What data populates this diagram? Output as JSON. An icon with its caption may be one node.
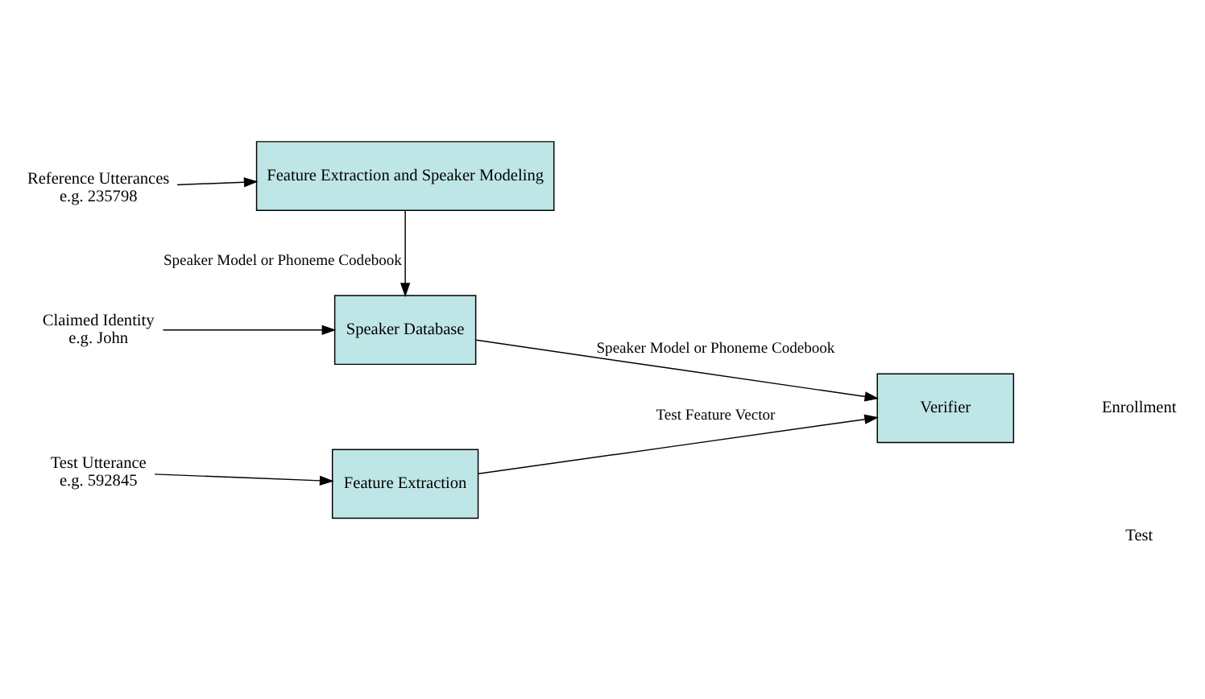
{
  "diagram": {
    "nodes": [
      {
        "text": [
          "Reference Utterances",
          "e.g. 235798"
        ]
      },
      {
        "text": [
          "Feature Extraction and Speaker Modeling"
        ]
      },
      {
        "text": [
          "Claimed Identity",
          "e.g. John"
        ]
      },
      {
        "text": [
          "Speaker Database"
        ]
      },
      {
        "text": [
          "Verifier"
        ]
      },
      {
        "text": [
          "Test Utterance",
          "e.g. 592845"
        ]
      },
      {
        "text": [
          "Feature Extraction"
        ]
      }
    ],
    "edges": [
      {
        "from": 0,
        "to": 1,
        "arrow": "to"
      },
      {
        "from": 1,
        "to": 3,
        "arrow": "to",
        "label": "Speaker Model or Phoneme Codebook"
      },
      {
        "from": 2,
        "to": 3,
        "arrow": "to"
      },
      {
        "from": 3,
        "to": 4,
        "arrow": "to",
        "label": "Speaker Model or Phoneme Codebook"
      },
      {
        "from": 5,
        "to": 6,
        "arrow": "to"
      },
      {
        "from": 6,
        "to": 4,
        "arrow": "to",
        "label": "Test Feature Vector"
      }
    ],
    "labels": [
      "Enrollment",
      "Test"
    ]
  }
}
